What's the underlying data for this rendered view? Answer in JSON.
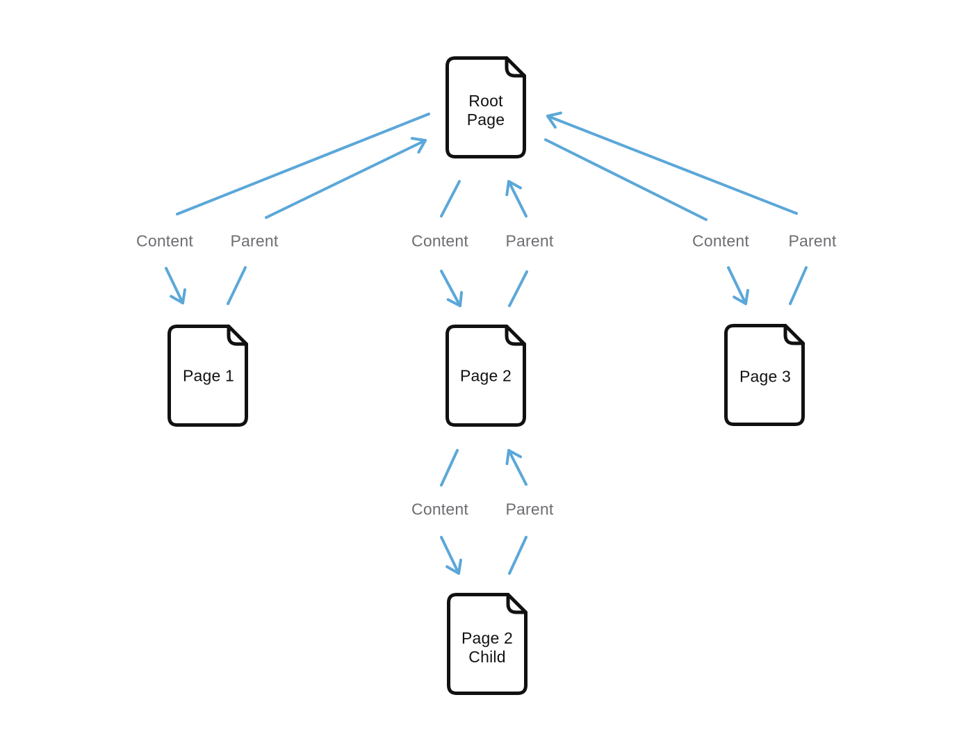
{
  "diagram": {
    "colors": {
      "arrow_blue": "#5BA7D9",
      "edge_label_gray": "#6D6D72",
      "node_outline_black": "#111111",
      "node_fill": "#FFFFFF",
      "background": "#FFFFFF"
    },
    "nodes": {
      "root": {
        "label": "Root Page",
        "lines": [
          "Root",
          "Page"
        ]
      },
      "page1": {
        "label": "Page 1",
        "lines": [
          "Page 1"
        ]
      },
      "page2": {
        "label": "Page 2",
        "lines": [
          "Page 2"
        ]
      },
      "page3": {
        "label": "Page 3",
        "lines": [
          "Page 3"
        ]
      },
      "page2_child": {
        "label": "Page 2 Child",
        "lines": [
          "Page 2",
          "Child"
        ]
      }
    },
    "edge_labels": {
      "content": "Content",
      "parent": "Parent"
    },
    "edges": [
      {
        "parent_node": "Root Page",
        "child_node": "Page 1",
        "content_arrow": "Root Page → Page 1",
        "parent_arrow": "Page 1 → Root Page"
      },
      {
        "parent_node": "Root Page",
        "child_node": "Page 2",
        "content_arrow": "Root Page → Page 2",
        "parent_arrow": "Page 2 → Root Page"
      },
      {
        "parent_node": "Root Page",
        "child_node": "Page 3",
        "content_arrow": "Root Page → Page 3",
        "parent_arrow": "Page 3 → Root Page"
      },
      {
        "parent_node": "Page 2",
        "child_node": "Page 2 Child",
        "content_arrow": "Page 2 → Page 2 Child",
        "parent_arrow": "Page 2 Child → Page 2"
      }
    ]
  }
}
